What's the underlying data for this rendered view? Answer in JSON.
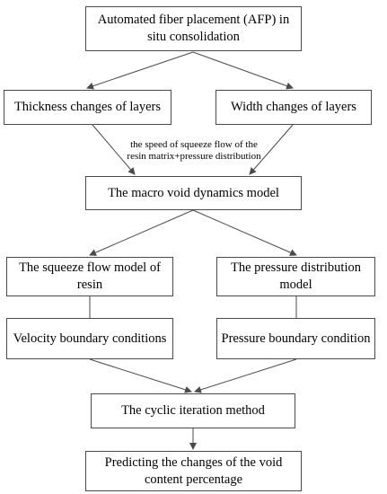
{
  "nodes": {
    "afp": "Automated fiber placement (AFP) in situ consolidation",
    "thickness": "Thickness changes of layers",
    "width": "Width changes of layers",
    "macro": "The macro void dynamics model",
    "squeeze": "The squeeze flow model of resin",
    "pressure": "The pressure distribution model",
    "velocity_bc": "Velocity boundary conditions",
    "pressure_bc": "Pressure boundary condition",
    "cyclic": "The cyclic iteration method",
    "predict": "Predicting the changes of the void content percentage"
  },
  "annotations": {
    "middle": "the speed of squeeze flow of the resin matrix+pressure distribution"
  }
}
